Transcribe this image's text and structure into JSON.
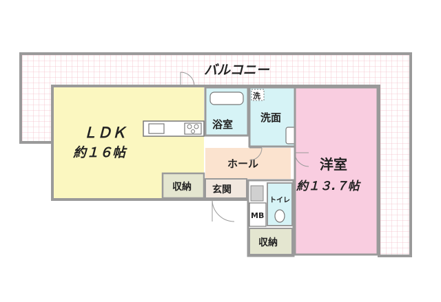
{
  "balcony": {
    "label": "バルコニー"
  },
  "rooms": {
    "ldk": {
      "name": "ＬＤＫ",
      "size": "約１６帖"
    },
    "western": {
      "name": "洋室",
      "size": "約１３.７帖"
    },
    "bath": {
      "name": "浴室"
    },
    "washroom": {
      "name": "洗面"
    },
    "laundry": {
      "name": "洗"
    },
    "hall": {
      "name": "ホール"
    },
    "entrance": {
      "name": "玄関"
    },
    "storage_left": {
      "name": "収納"
    },
    "storage_bottom": {
      "name": "収納"
    },
    "toilet": {
      "name": "トイレ"
    },
    "meter_box": {
      "name": "MB"
    }
  },
  "colors": {
    "ldk": "#fbf7c0",
    "western": "#f9cde0",
    "bath": "#d6f3f6",
    "washroom": "#d6f3f6",
    "hall": "#fbe3cf",
    "storage": "#e4e6d0",
    "balcony_grid": "#f0b6c0",
    "wall": "#9a9a9a"
  }
}
